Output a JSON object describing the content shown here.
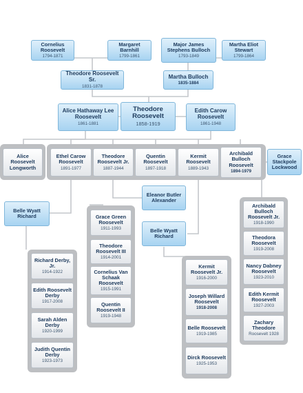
{
  "grandparents": {
    "cornelius": {
      "name": "Cornelius Roosevelt",
      "years": "1794-1871"
    },
    "margaret": {
      "name": "Margaret Barnhill",
      "years": "1799-1861"
    },
    "james": {
      "name": "Major James Stephens Bulloch",
      "years": "1793-1849"
    },
    "martha_e": {
      "name": "Martha Eliot Stewart",
      "years": "1799-1864"
    }
  },
  "parents": {
    "theodore_sr": {
      "name": "Theodore Roosevelt Sr.",
      "years": "1831-1878"
    },
    "martha_b": {
      "name": "Martha Bulloch",
      "years": "1835-1884"
    }
  },
  "generation_tr": {
    "alice_lee": {
      "name": "Alice Hathaway Lee Roosevelt",
      "years": "1861-1881"
    },
    "theodore": {
      "name": "Theodore Roosevelt",
      "years": "1858-1919"
    },
    "edith": {
      "name": "Edith Carow Roosevelt",
      "years": "1861-1948"
    }
  },
  "children": {
    "alice_l": {
      "name": "Alice Roosevelt Longworth",
      "years": ""
    },
    "ethel": {
      "name": "Ethel Carow Roosevelt",
      "years": "1891-1977"
    },
    "theodore_jr": {
      "name": "Theodore Roosevelt Jr.",
      "years": "1887-1944"
    },
    "quentin": {
      "name": "Quentin Roosevelt",
      "years": "1897-1918"
    },
    "kermit": {
      "name": "Kermit Roosevelt",
      "years": "1889-1943"
    },
    "archibald": {
      "name": "Archibald Bulloch Roosevelt",
      "years": "1894-1979"
    },
    "grace_l": {
      "name": "Grace Stackpole Lockwood",
      "years": ""
    }
  },
  "spouses": {
    "belle_richard_1": {
      "name": "Belle Wyatt Richard"
    },
    "eleanor": {
      "name": "Eleanor Butler Alexander"
    },
    "belle_richard_2": {
      "name": "Belle Wyatt Richard"
    }
  },
  "grandchildren": {
    "derby": [
      {
        "name": "Richard Derby, Jr.",
        "years": "1914-1922"
      },
      {
        "name": "Edith Roosevelt Derby",
        "years": "1917-2008"
      },
      {
        "name": "Sarah Alden Derby",
        "years": "1920-1999"
      },
      {
        "name": "Judith Quentin Derby",
        "years": "1923-1973"
      }
    ],
    "tr_jr": [
      {
        "name": "Grace Green Roosevelt",
        "years": "1911-1993"
      },
      {
        "name": "Theodore Roosevelt III",
        "years": "1914-2001"
      },
      {
        "name": "Cornelius Van Schaak Roosevelt",
        "years": "1915-1991"
      },
      {
        "name": "Quentin Roosevelt II",
        "years": "1919-1948"
      }
    ],
    "kermit": [
      {
        "name": "Kermit Roosevelt Jr.",
        "years": "1916-2000"
      },
      {
        "name": "Joseph Willard Roosevelt",
        "years": "1918-2008"
      },
      {
        "name": "Belle Roosevelt",
        "years": "1919-1985"
      },
      {
        "name": "Dirck Roosevelt",
        "years": "1925-1953"
      }
    ],
    "archibald": [
      {
        "name": "Archibald Bulloch Roosevelt Jr.",
        "years": "1918-1990"
      },
      {
        "name": "Theodora Roosevelt",
        "years": "1919-2008"
      },
      {
        "name": "Nancy Dabney Roosevelt",
        "years": "1923-2010"
      },
      {
        "name": "Edith Kermit Roosevelt",
        "years": "1927-2003"
      },
      {
        "name": "Zachary Theodore",
        "years": "Roosevelt 1928"
      }
    ]
  }
}
